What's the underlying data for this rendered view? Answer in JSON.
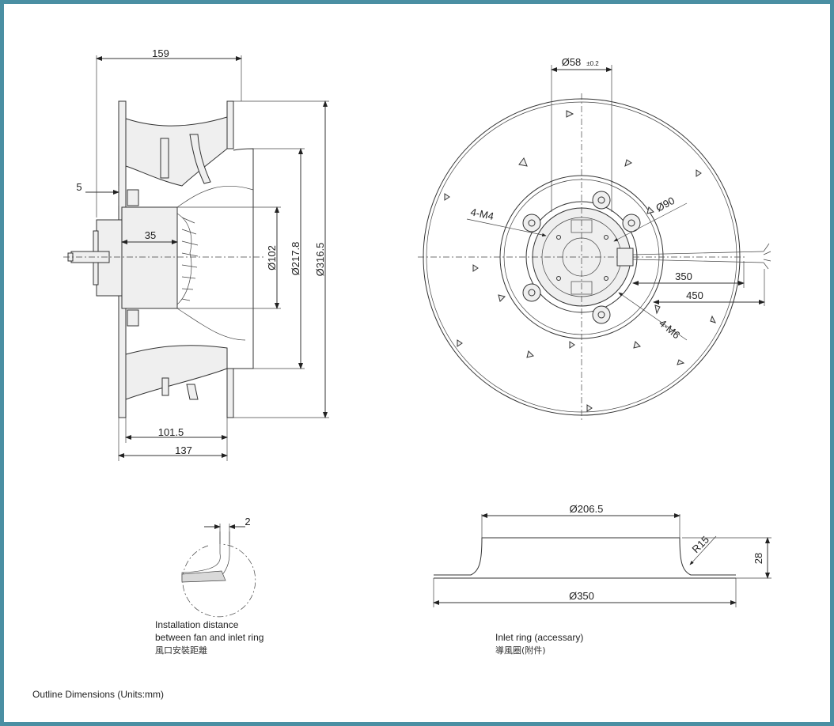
{
  "side_view": {
    "dim_width": "159",
    "dim_offset": "5",
    "dim_hub": "35",
    "dim_d1": "Ø102",
    "dim_d2": "Ø217.8",
    "dim_d3": "Ø316.5",
    "dim_depth1": "101.5",
    "dim_depth2": "137"
  },
  "front_view": {
    "dim_shaft": "Ø58",
    "dim_shaft_tol": "±0.2",
    "dim_pcd": "Ø90",
    "label_m4": "4-M4",
    "label_m6": "4-M6",
    "dim_cable1": "350",
    "dim_cable2": "450"
  },
  "detail": {
    "dim_gap": "2",
    "caption_en_1": "Installation distance",
    "caption_en_2": "between fan and inlet ring",
    "caption_cn": "風口安裝距離"
  },
  "inlet_ring": {
    "dim_top": "Ø206.5",
    "dim_radius": "R15",
    "dim_height": "28",
    "dim_bottom": "Ø350",
    "caption_en": "Inlet ring  (accessary)",
    "caption_cn": "導風圈(附件)"
  },
  "footer": {
    "caption": "Outline Dimensions (Units:mm)"
  },
  "colors": {
    "frame": "#4a8fa3",
    "line": "#333333"
  }
}
